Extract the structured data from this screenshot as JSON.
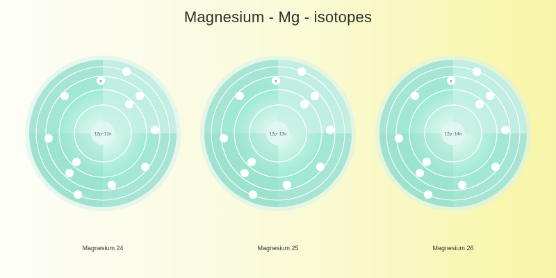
{
  "title": "Magnesium - Mg - isotopes",
  "electron_label": "e",
  "colors": {
    "disc": "#b9e6da",
    "disc_glow": "#7fe8cd",
    "quadrant_light": "#c8efe5",
    "quadrant_dark": "#8fdcc6",
    "orbit": "#ffffff",
    "electron": "#ffffff",
    "text": "#333333"
  },
  "isotopes": [
    {
      "label": "Magnesium 24",
      "nucleus": "12p-12n"
    },
    {
      "label": "Magnesium 25",
      "nucleus": "12p-13n"
    },
    {
      "label": "Magnesium 26",
      "nucleus": "12p-14n"
    }
  ],
  "shells": [
    2,
    8,
    2
  ]
}
